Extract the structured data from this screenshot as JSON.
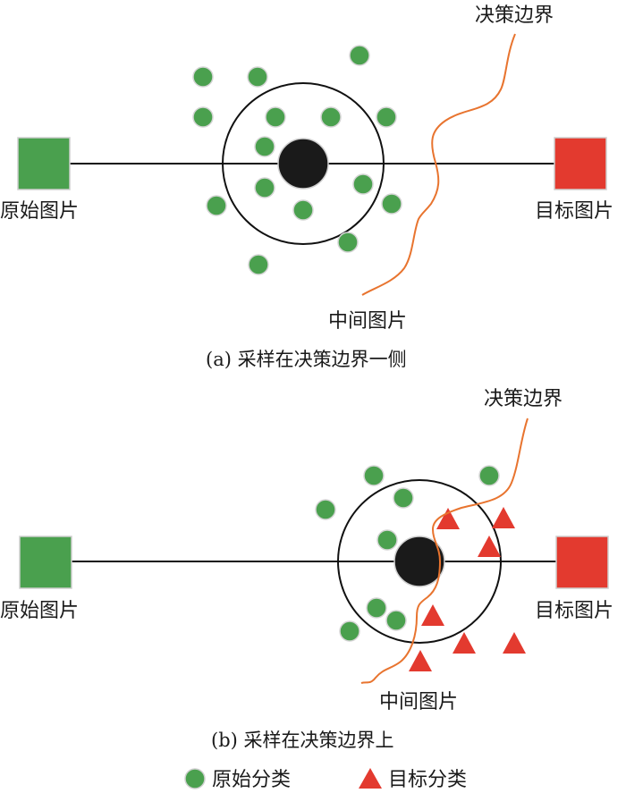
{
  "colors": {
    "original": "#4aa04e",
    "target": "#e33a2f",
    "boundary": "#e8742f",
    "center": "#1a1a1a",
    "line": "#111111"
  },
  "panels": [
    {
      "id": "a",
      "source_label": "原始图片",
      "target_label": "目标图片",
      "boundary_label": "决策边界",
      "middle_label": "中间图片",
      "caption": "(a) 采样在决策边界一侧",
      "original_samples": 15,
      "target_samples": 0
    },
    {
      "id": "b",
      "source_label": "原始图片",
      "target_label": "目标图片",
      "boundary_label": "决策边界",
      "middle_label": "中间图片",
      "caption": "(b) 采样在决策边界上",
      "original_samples": 8,
      "target_samples": 7
    }
  ],
  "legend": {
    "original": "原始分类",
    "target": "目标分类"
  }
}
